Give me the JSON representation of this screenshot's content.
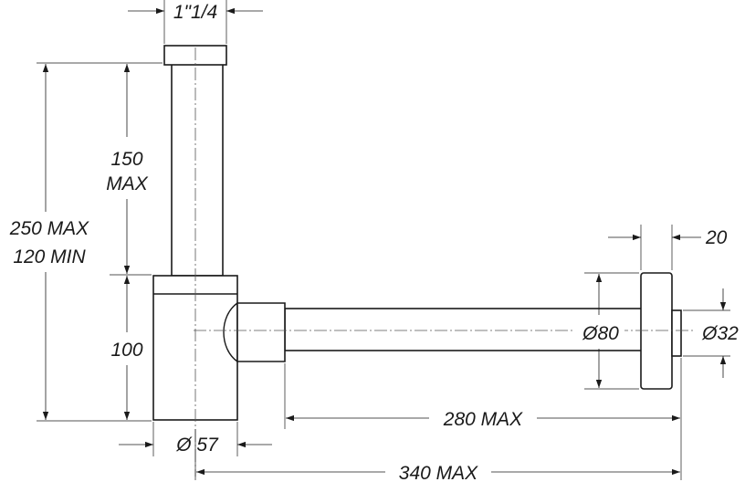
{
  "dimensions": {
    "inlet_thread": "1\"1/4",
    "tube_height": "150",
    "tube_height_suffix": "MAX",
    "total_height_max": "250 MAX",
    "total_height_min": "120 MIN",
    "body_height": "100",
    "body_diameter": "Ø 57",
    "flange_diameter": "Ø80",
    "flange_thickness": "20",
    "outlet_diameter": "Ø32",
    "outlet_length": "280 MAX",
    "total_length": "340 MAX"
  },
  "colors": {
    "line": "#1a1a1a",
    "background": "#ffffff"
  }
}
